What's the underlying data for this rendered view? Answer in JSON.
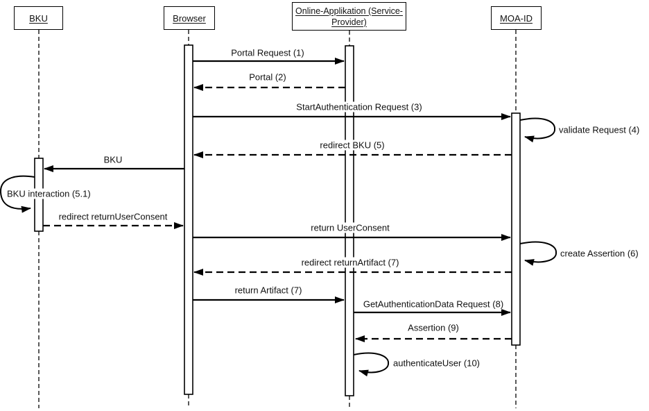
{
  "diagram": {
    "type": "uml-sequence-diagram",
    "colors": {
      "line": "#000000",
      "background": "#ffffff",
      "text": "#111111"
    },
    "actors": [
      {
        "name": "BKU"
      },
      {
        "name": "Browser"
      },
      {
        "name": "Online-Applikation (Service-Provider)",
        "lines": [
          "Online-Applikation (Service-",
          "Provider)"
        ]
      },
      {
        "name": "MOA-ID"
      }
    ],
    "messages": [
      {
        "label": "Portal Request (1)",
        "from": "Browser",
        "to": "Online-Applikation (Service-Provider)",
        "style": "solid"
      },
      {
        "label": "Portal (2)",
        "from": "Online-Applikation (Service-Provider)",
        "to": "Browser",
        "style": "dashed"
      },
      {
        "label": "StartAuthentication Request (3)",
        "from": "Browser",
        "to": "MOA-ID",
        "style": "solid"
      },
      {
        "label": "validate Request (4)",
        "from": "MOA-ID",
        "to": "MOA-ID",
        "style": "self-loop"
      },
      {
        "label": "redirect BKU (5)",
        "from": "MOA-ID",
        "to": "Browser",
        "style": "dashed"
      },
      {
        "label": "BKU",
        "from": "Browser",
        "to": "BKU",
        "style": "solid"
      },
      {
        "label": "BKU interaction (5.1)",
        "from": "BKU",
        "to": "BKU",
        "style": "self-loop"
      },
      {
        "label": "redirect returnUserConsent",
        "from": "BKU",
        "to": "Browser",
        "style": "dashed"
      },
      {
        "label": "return UserConsent",
        "from": "Browser",
        "to": "MOA-ID",
        "style": "solid"
      },
      {
        "label": "create Assertion (6)",
        "from": "MOA-ID",
        "to": "MOA-ID",
        "style": "self-loop"
      },
      {
        "label": "redirect returnArtifact (7)",
        "from": "MOA-ID",
        "to": "Browser",
        "style": "dashed"
      },
      {
        "label": "return Artifact (7)",
        "from": "Browser",
        "to": "Online-Applikation (Service-Provider)",
        "style": "solid"
      },
      {
        "label": "GetAuthenticationData Request (8)",
        "from": "Online-Applikation (Service-Provider)",
        "to": "MOA-ID",
        "style": "solid"
      },
      {
        "label": "Assertion (9)",
        "from": "MOA-ID",
        "to": "Online-Applikation (Service-Provider)",
        "style": "dashed"
      },
      {
        "label": "authenticateUser (10)",
        "from": "Online-Applikation (Service-Provider)",
        "to": "Online-Applikation (Service-Provider)",
        "style": "self-loop"
      }
    ]
  }
}
